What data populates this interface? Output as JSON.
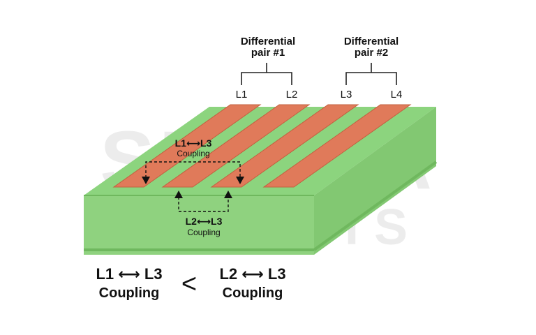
{
  "pairs": [
    {
      "title_line1": "Differential",
      "title_line2": "pair #1",
      "left": "L1",
      "right": "L2"
    },
    {
      "title_line1": "Differential",
      "title_line2": "pair #2",
      "left": "L3",
      "right": "L4"
    }
  ],
  "upper_coupling": {
    "pair": "L1⟷L3",
    "word": "Coupling"
  },
  "lower_coupling": {
    "pair": "L2⟷L3",
    "word": "Coupling"
  },
  "comparison": {
    "left_pair": "L1 ⟷ L3",
    "left_word": "Coupling",
    "operator": "<",
    "right_pair": "L2 ⟷ L3",
    "right_word": "Coupling"
  },
  "watermark": {
    "line1": "SIERRA",
    "line2": "CIRCUITS"
  },
  "colors": {
    "board_top": "#8cd47e",
    "board_front": "#8fd27f",
    "board_side": "#82c872",
    "board_edge": "#6fb85e",
    "trace": "#e07a5a",
    "trace_edge": "#c2603f"
  }
}
